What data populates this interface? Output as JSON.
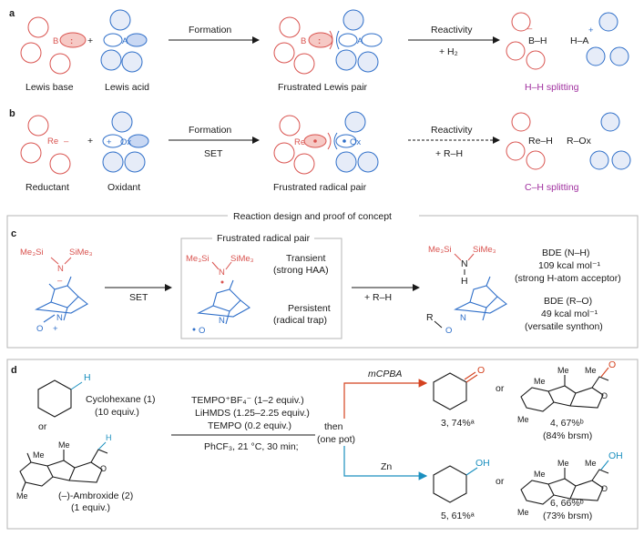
{
  "panel_a": {
    "letter": "a",
    "lewis_base_label": "Lewis base",
    "lewis_acid_label": "Lewis acid",
    "plus": "+",
    "atom_b": "B",
    "atom_a": "A",
    "formation_label": "Formation",
    "flp_label": "Frustrated Lewis pair",
    "reactivity_label": "Reactivity",
    "reagent": "+ H₂",
    "product_b": "B–H",
    "product_a": "H–A",
    "charge_minus": "–",
    "charge_plus": "+",
    "outcome": "H–H splitting"
  },
  "panel_b": {
    "letter": "b",
    "reductant_label": "Reductant",
    "oxidant_label": "Oxidant",
    "plus": "+",
    "atom_re": "Re",
    "atom_ox": "Ox",
    "formation_label": "Formation",
    "set_label": "SET",
    "frp_label": "Frustrated radical pair",
    "reactivity_label": "Reactivity",
    "reagent": "+ R–H",
    "product_re": "Re–H",
    "product_ox": "R–Ox",
    "outcome": "C–H splitting"
  },
  "panel_c": {
    "letter": "c",
    "header": "Reaction design and proof of concept",
    "amide_n": "N",
    "amide_left": "Me₃Si",
    "amide_right": "SiMe₃",
    "set_label": "SET",
    "frp_box_title": "Frustrated radical pair",
    "transient_label": "Transient",
    "transient_sub": "(strong HAA)",
    "persistent_label": "Persistent",
    "persistent_sub": "(radical trap)",
    "reagent": "+ R–H",
    "amine_h": "H",
    "bde_nh_title": "BDE (N–H)",
    "bde_nh_value": "109 kcal mol⁻¹",
    "bde_nh_note": "(strong H-atom acceptor)",
    "bde_ro_title": "BDE (R–O)",
    "bde_ro_value": "49 kcal mol⁻¹",
    "bde_ro_note": "(versatile synthon)",
    "tempo_n": "N",
    "tempo_o": "O",
    "r_label": "R"
  },
  "panel_d": {
    "letter": "d",
    "substrate1_name": "Cyclohexane (1)",
    "substrate1_equiv": "(10 equiv.)",
    "or_label": "or",
    "substrate2_name": "(–)-Ambroxide (2)",
    "substrate2_equiv": "(1 equiv.)",
    "h_label": "H",
    "me_label": "Me",
    "o_label": "O",
    "oh_label": "OH",
    "cond1": "TEMPO⁺BF₄⁻ (1–2 equiv.)",
    "cond2": "LiHMDS (1.25–2.25 equiv.)",
    "cond3": "TEMPO (0.2 equiv.)",
    "cond4": "PhCF₃, 21 °C, 30 min;",
    "then_label": "then",
    "onepot_label": "(one pot)",
    "mcpba_label": "mCPBA",
    "zn_label": "Zn",
    "p3_label": "3, 74%ᵃ",
    "p4_label": "4, 67%ᵇ",
    "p4_brsm": "(84% brsm)",
    "p5_label": "5, 61%ᵃ",
    "p6_label": "6, 66%ᵇ",
    "p6_brsm": "(73% brsm)"
  },
  "colors": {
    "red": "#d9534f",
    "red_fill": "#f6c9c5",
    "blue": "#2f6fc9",
    "blue_fill": "#c9d8f3",
    "purple": "#a0309f",
    "teal": "#1a8fbf",
    "orange_red": "#d4421f"
  }
}
